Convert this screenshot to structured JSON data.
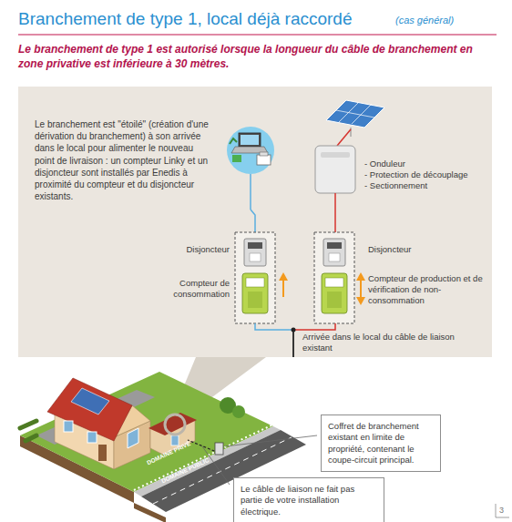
{
  "diagram": {
    "title": "Branchement de type 1, local déjà raccordé",
    "nodes": [
      {
        "text": [
          "Le branchement est \"étoilé\" (création d'une dérivation du branchement) à son arrivée dans le local pour alimenter le nouveau point de livraison : un compteur Linky et un disjoncteur sont installés par Enedis à proximité du compteur et du disjoncteur existants."
        ]
      },
      {
        "text": [
          "Coffret de branchement existant en limite de propriété, contenant le coupe-circuit principal."
        ]
      },
      {
        "text": [
          "Le câble de liaison ne fait pas partie de votre installation électrique."
        ]
      }
    ],
    "labels": [
      "(cas général)",
      "Le branchement de type 1 est autorisé lorsque la longueur du câble de branchement en zone privative est inférieure à 30 mètres.",
      "Disjoncteur",
      "Compteur de consommation",
      "- Onduleur",
      "- Protection de découplage",
      "- Sectionnement",
      "Disjoncteur",
      "Compteur de production et de vérification de non-consommation",
      "Arrivée dans le local du câble de liaison existant",
      "DOMAINE PRIVÉ",
      "DOMAINE PUBLIC",
      "3"
    ]
  }
}
